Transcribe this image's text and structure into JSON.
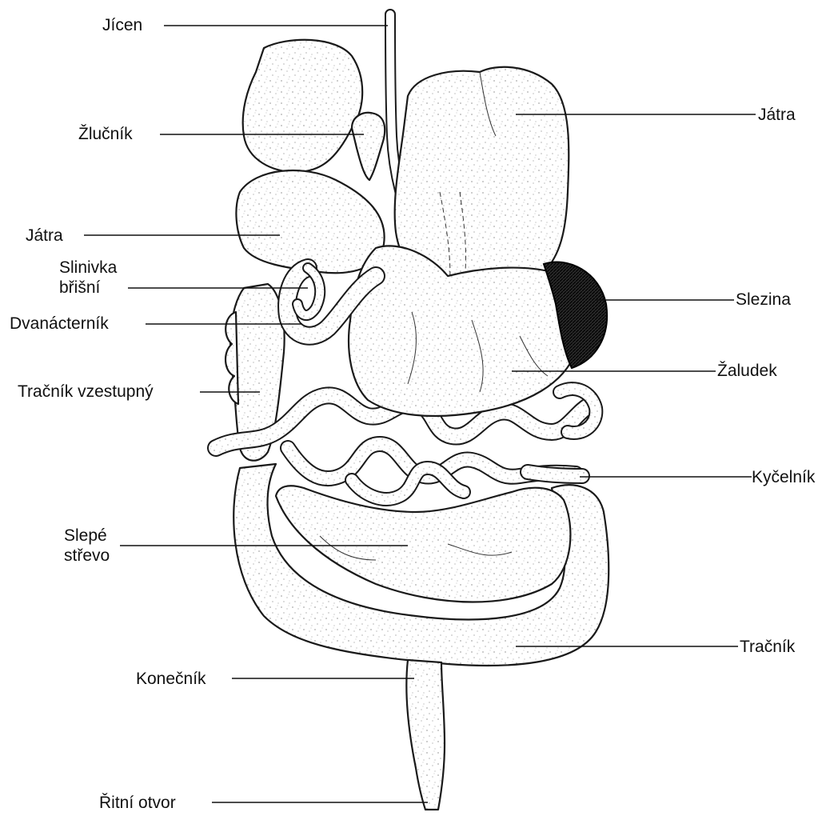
{
  "diagram": {
    "labels": {
      "jicen": "Jícen",
      "zlucnik": "Žlučník",
      "jatra_left": "Játra",
      "slinivka_1": "Slinivka",
      "slinivka_2": "břišní",
      "dvanacternik": "Dvanácterník",
      "tracnik_vzestupny": "Tračník vzestupný",
      "slepe_1": "Slepé",
      "slepe_2": "střevo",
      "konecnik": "Konečník",
      "ritni_otvor": "Řitní otvor",
      "jatra_right": "Játra",
      "slezina": "Slezina",
      "zaludek": "Žaludek",
      "kycelnik": "Kyčelník",
      "tracnik": "Tračník"
    }
  }
}
